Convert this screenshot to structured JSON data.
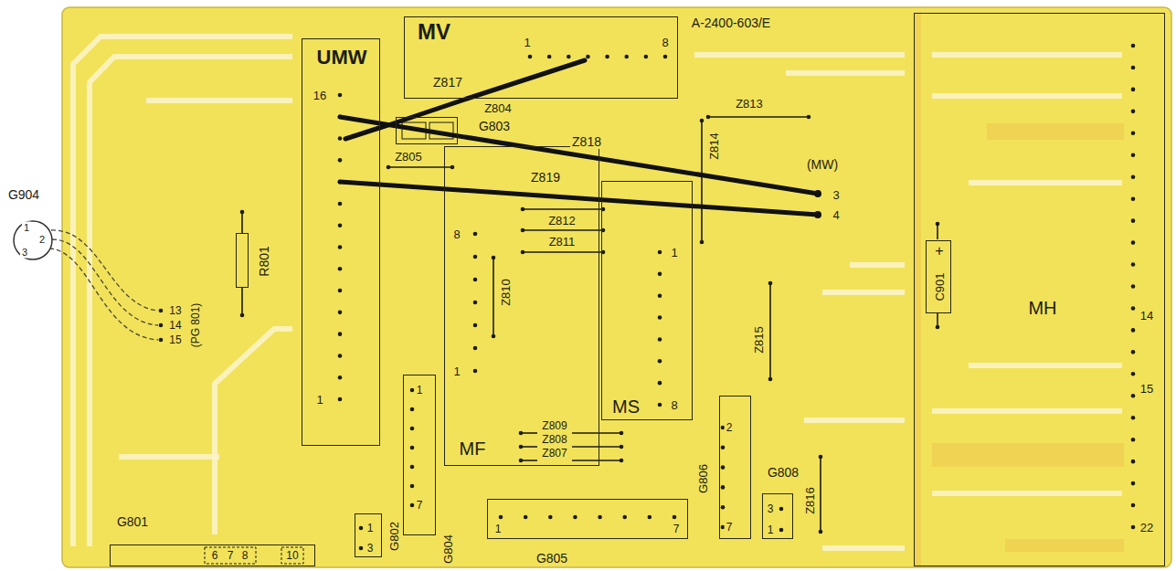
{
  "diagram": {
    "nodes": [
      {
        "text": [
          "MV"
        ]
      },
      {
        "text": [
          "UMW"
        ]
      },
      {
        "text": [
          "G803"
        ]
      },
      {
        "text": [
          "MH"
        ]
      },
      {
        "text": [
          "+",
          "C901"
        ],
        "in": 3
      },
      {
        "text": [
          "MF"
        ]
      },
      {
        "text": [
          "MS"
        ]
      },
      {
        "text": [
          "G904"
        ]
      },
      {
        "text": [
          "R801"
        ]
      },
      {
        "text": [
          "G804"
        ]
      },
      {
        "text": [
          "G802"
        ]
      },
      {
        "text": [
          "G806"
        ]
      },
      {
        "text": [
          "G808"
        ]
      },
      {
        "text": [
          "G805"
        ]
      },
      {
        "text": [
          "G801"
        ]
      }
    ],
    "edges": [
      {
        "from": 1,
        "to": 0,
        "arrow": "none",
        "label": "Z817"
      }
    ],
    "labels": [
      "A-2400-603/E",
      "1",
      "8",
      "16",
      "1",
      "Z804",
      "Z818",
      "Z805",
      "Z819",
      "Z813",
      "Z814",
      "(MW)",
      "3",
      "4",
      "Z812",
      "Z811",
      "1",
      "2",
      "3",
      "13",
      "14",
      "15",
      "(PG 801)",
      "8",
      "Z810",
      "1",
      "1",
      "8",
      "14",
      "Z815",
      "15",
      "Z809",
      "Z808",
      "Z807",
      "22",
      "1",
      "1",
      "3",
      "7",
      "2",
      "3",
      "1",
      "Z816",
      "7",
      "6",
      "7",
      "8",
      "10",
      "1",
      "7"
    ]
  }
}
